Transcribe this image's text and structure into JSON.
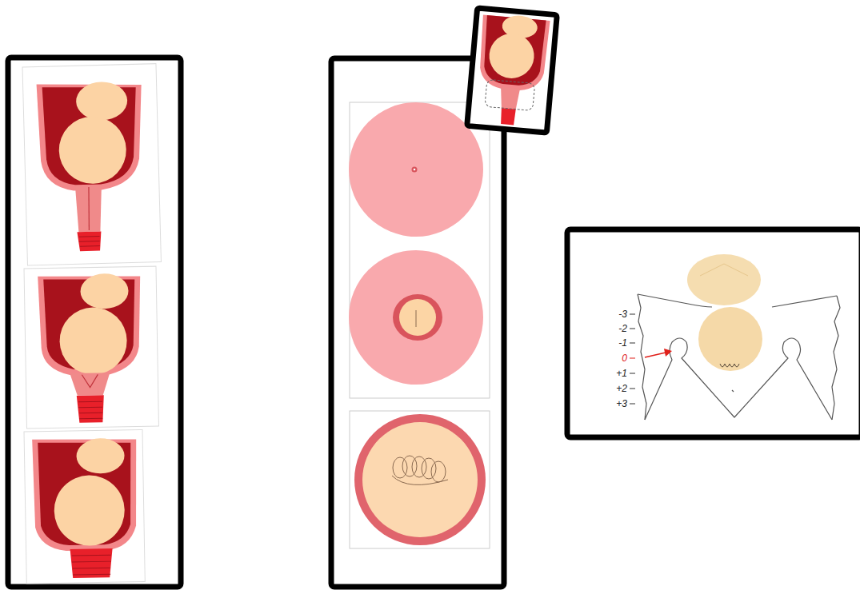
{
  "diagram": {
    "labels": [
      "-3",
      "-2",
      "-1",
      "0",
      "+1",
      "+2",
      "+3"
    ]
  }
}
